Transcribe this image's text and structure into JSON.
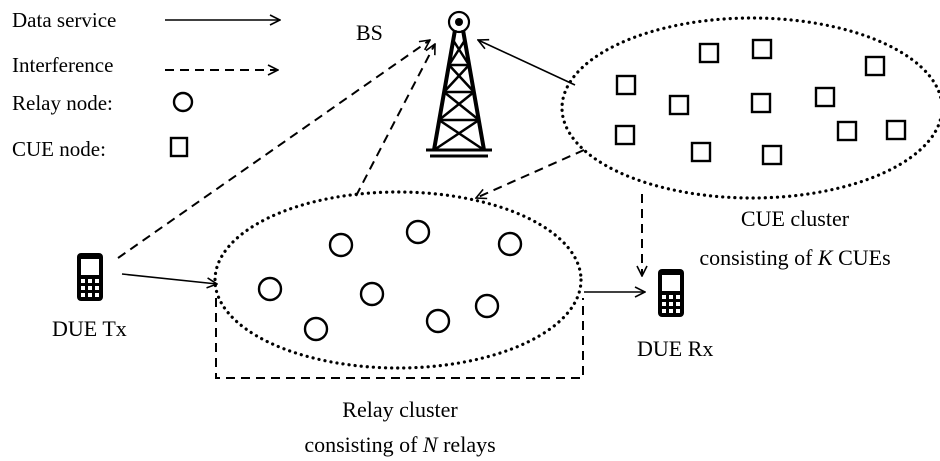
{
  "legend": {
    "data_service": "Data service",
    "interference": "Interference",
    "relay_node": "Relay node:",
    "cue_node": "CUE node:"
  },
  "labels": {
    "bs": "BS",
    "due_tx": "DUE Tx",
    "due_rx": "DUE Rx",
    "cue_cluster_line1": "CUE cluster",
    "cue_cluster_line2_prefix": "consisting of ",
    "cue_cluster_line2_var": "K",
    "cue_cluster_line2_suffix": " CUEs",
    "relay_cluster_line1": "Relay cluster",
    "relay_cluster_line2_prefix": "consisting of ",
    "relay_cluster_line2_var": "N",
    "relay_cluster_line2_suffix": " relays"
  },
  "icons": {
    "tower": "bs-tower-icon",
    "tx_phone": "phone-icon",
    "rx_phone": "phone-icon",
    "relay_node": "circle-node-icon",
    "cue_node": "square-node-icon"
  }
}
